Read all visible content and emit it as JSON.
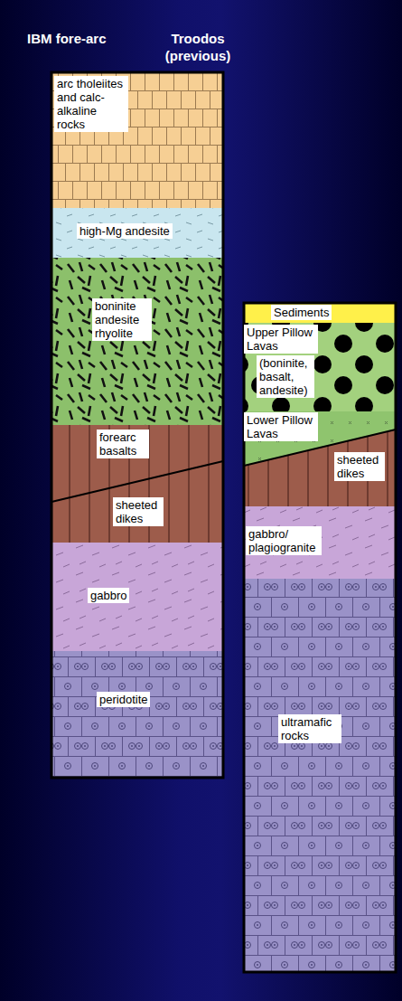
{
  "diagram": {
    "nodes": [
      {
        "text": [
          "IBM fore-arc"
        ]
      },
      {
        "text": [
          "arc tholeiites and calc- alkaline rocks"
        ],
        "in": 0
      },
      {
        "text": [
          "high-Mg andesite"
        ],
        "in": 0
      },
      {
        "text": [
          "boninite andesite rhyolite"
        ],
        "in": 0
      },
      {
        "text": [
          "forearc basalts"
        ],
        "in": 0
      },
      {
        "text": [
          "sheeted dikes"
        ],
        "in": 0
      },
      {
        "text": [
          "gabbro"
        ],
        "in": 0
      },
      {
        "text": [
          "peridotite"
        ],
        "in": 0
      },
      {
        "text": [
          "Troodos (previous)"
        ]
      },
      {
        "text": [
          "Sediments"
        ],
        "in": 8
      },
      {
        "text": [
          "Upper Pillow Lavas",
          "(boninite, basalt, andesite)"
        ],
        "in": 8
      },
      {
        "text": [
          "Lower Pillow Lavas"
        ],
        "in": 8
      },
      {
        "text": [
          "sheeted dikes"
        ],
        "in": 8
      },
      {
        "text": [
          "gabbro/ plagiogranite"
        ],
        "in": 8
      },
      {
        "text": [
          "ultramafic rocks"
        ],
        "in": 8
      }
    ]
  }
}
